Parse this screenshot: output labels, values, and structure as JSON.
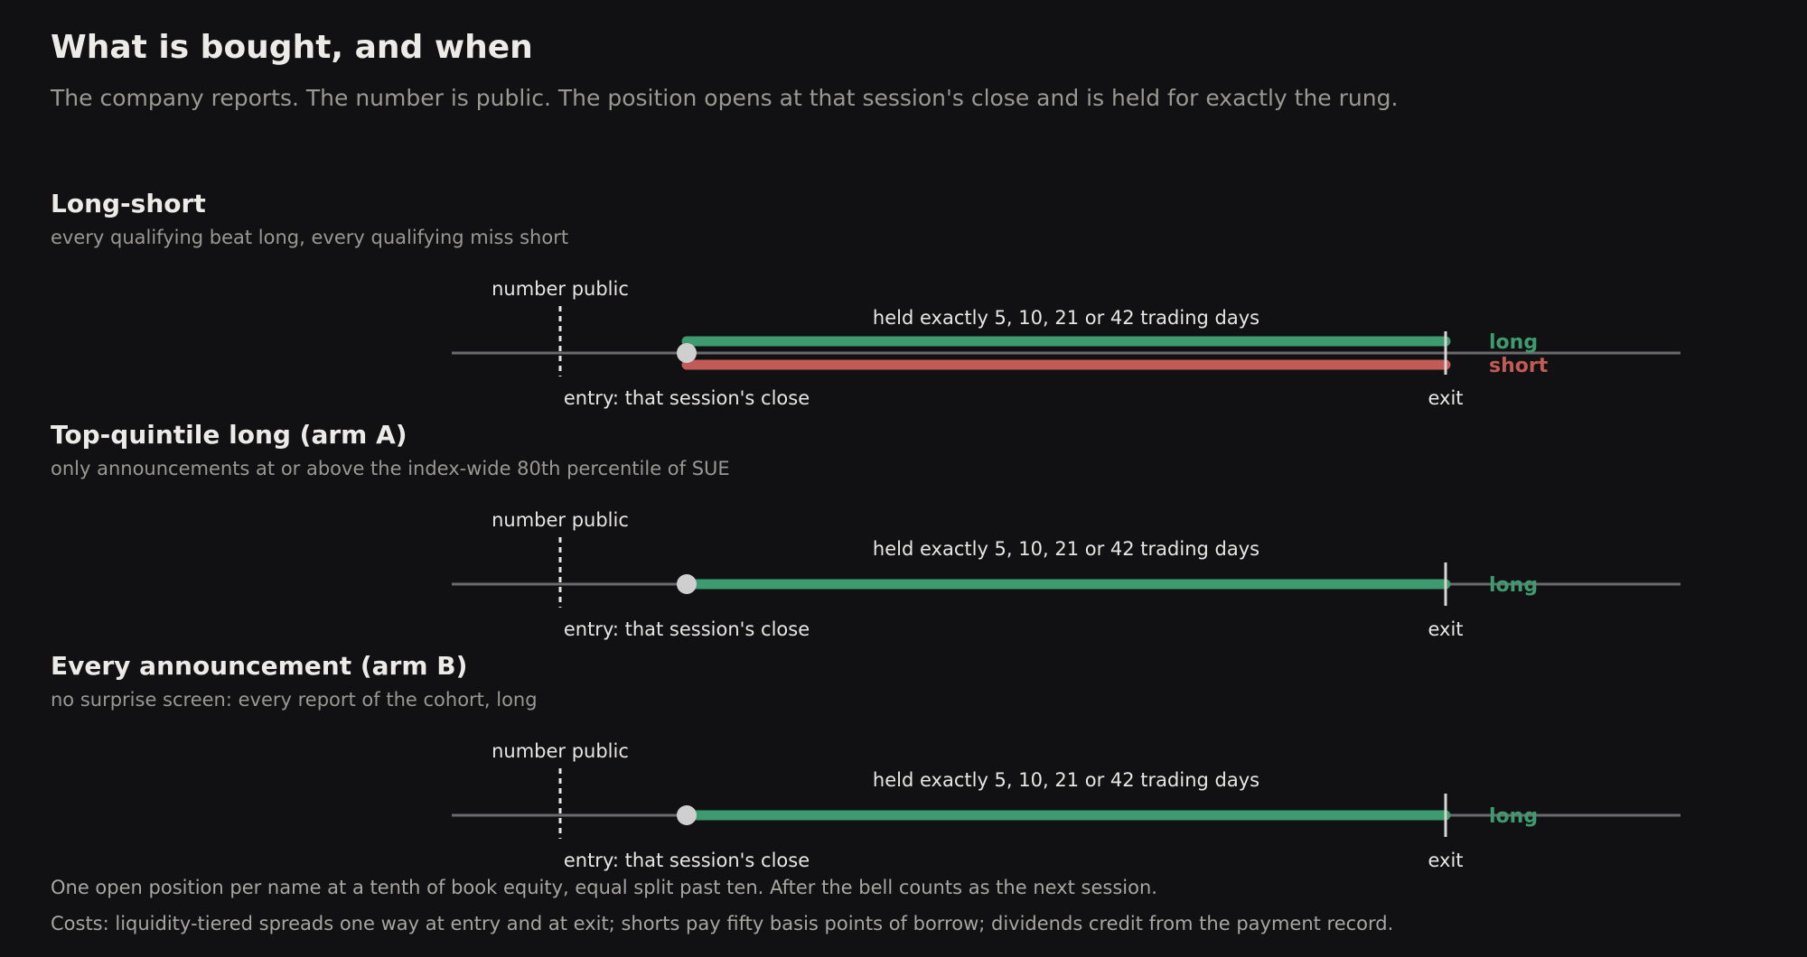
{
  "title": "What is bought, and when",
  "subtitle": "The company reports. The number is public. The position opens at that session's close and is held for exactly the rung.",
  "colors": {
    "background": "#111113",
    "axis": "#6a6a6e",
    "long": "#3e9a6f",
    "short": "#c25a55",
    "entry_marker": "#cfcfcf",
    "public_marker": "#e8e6e3"
  },
  "sections": [
    {
      "title": "Long-short",
      "description": "every qualifying beat long, every qualifying miss short",
      "public_label": "number public",
      "hold_label": "held exactly 5, 10, 21 or 42 trading days",
      "entry_label": "entry: that session's close",
      "exit_label": "exit",
      "legs": [
        {
          "label": "long",
          "color": "#3e9a6f"
        },
        {
          "label": "short",
          "color": "#c25a55"
        }
      ]
    },
    {
      "title": "Top-quintile long (arm A)",
      "description": "only announcements at or above the index-wide 80th percentile of SUE",
      "public_label": "number public",
      "hold_label": "held exactly 5, 10, 21 or 42 trading days",
      "entry_label": "entry: that session's close",
      "exit_label": "exit",
      "legs": [
        {
          "label": "long",
          "color": "#3e9a6f"
        }
      ]
    },
    {
      "title": "Every announcement (arm B)",
      "description": "no surprise screen: every report of the cohort, long",
      "public_label": "number public",
      "hold_label": "held exactly 5, 10, 21 or 42 trading days",
      "entry_label": "entry: that session's close",
      "exit_label": "exit",
      "legs": [
        {
          "label": "long",
          "color": "#3e9a6f"
        }
      ]
    }
  ],
  "footnotes": [
    "One open position per name at a tenth of book equity, equal split past ten. After the bell counts as the next session.",
    "Costs: liquidity-tiered spreads one way at entry and at exit; shorts pay fifty basis points of borrow; dividends credit from the payment record."
  ]
}
